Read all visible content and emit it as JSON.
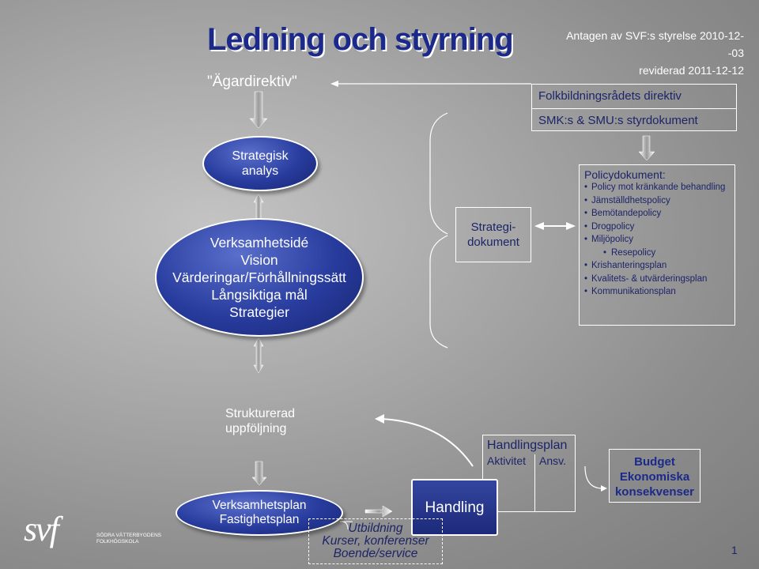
{
  "header": {
    "title": "Ledning och styrning",
    "approved": "Antagen av SVF:s styrelse 2010-12--03",
    "revised": "reviderad 2011-12-12"
  },
  "agardirektiv": "\"Ägardirektiv\"",
  "directives": {
    "line1": "Folkbildningsrådets direktiv",
    "line2": "SMK:s & SMU:s styrdokument"
  },
  "strategisk_analys": [
    "Strategisk",
    "analys"
  ],
  "verksamhet": [
    "Verksamhetsidé",
    "Vision",
    "Värderingar/Förhållningssätt",
    "Långsiktiga mål",
    "Strategier"
  ],
  "strategidokument": [
    "Strategi-",
    "dokument"
  ],
  "policy": {
    "title": "Policydokument:",
    "items": [
      "Policy mot kränkande behandling",
      "Jämställdhetspolicy",
      "Bemötandepolicy",
      "Drogpolicy",
      "Miljöpolicy",
      "Resepolicy",
      "Krishanteringsplan",
      "Kvalitets- & utvärderingsplan",
      "Kommunikationsplan"
    ]
  },
  "uppfoljning": [
    "Strukturerad",
    "uppföljning"
  ],
  "handlingsplan": {
    "title": "Handlingsplan",
    "col1": "Aktivitet",
    "col2": "Ansv."
  },
  "budget": [
    "Budget",
    "Ekonomiska",
    "konsekvenser"
  ],
  "verksamhetsplan": [
    "Verksamhetsplan",
    "Fastighetsplan"
  ],
  "handling": "Handling",
  "utbildning": [
    "Utbildning",
    "Kurser, konferenser",
    "Boende/service"
  ],
  "logo": {
    "text": "svf",
    "sub1": "SÖDRA VÄTTERBYGDENS",
    "sub2": "FOLKHÖGSKOLA"
  },
  "page_number": "1",
  "colors": {
    "title": "#1b2a8a",
    "dark_text": "#1d2468",
    "ellipse_fill": "#283c9e",
    "background": "#a9a9a9"
  }
}
